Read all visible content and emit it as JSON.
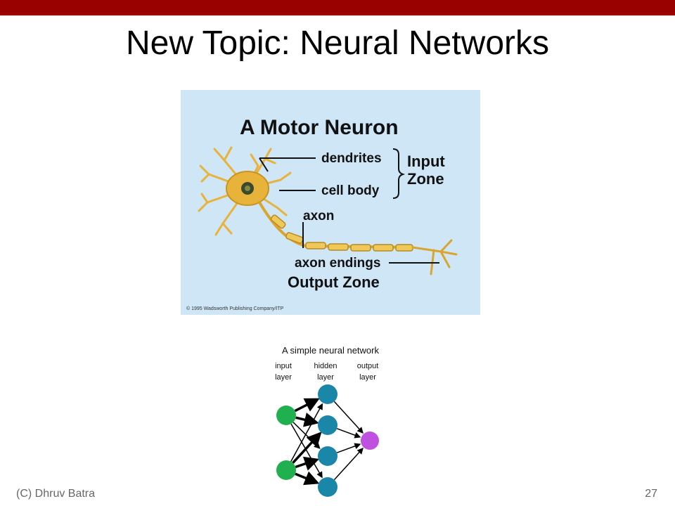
{
  "slide": {
    "title": "New Topic: Neural Networks",
    "footer_author": "(C) Dhruv Batra",
    "page_number": "27",
    "accent_color": "#990000"
  },
  "neuron_figure": {
    "heading": "A Motor Neuron",
    "labels": {
      "dendrites": "dendrites",
      "cell_body": "cell body",
      "input_zone_line1": "Input",
      "input_zone_line2": "Zone",
      "axon": "axon",
      "axon_endings": "axon endings",
      "output_zone": "Output Zone"
    },
    "copyright": "© 1995 Wadsworth Publishing Company/ITP",
    "background_color": "#cfe6f7",
    "neuron_color": "#e8b33a"
  },
  "network_figure": {
    "title": "A simple neural network",
    "layers": [
      {
        "line1": "input",
        "line2": "layer",
        "nodes": 2,
        "color": "#20b050"
      },
      {
        "line1": "hidden",
        "line2": "layer",
        "nodes": 4,
        "color": "#1a86a8"
      },
      {
        "line1": "output",
        "line2": "layer",
        "nodes": 1,
        "color": "#c050e0"
      }
    ]
  }
}
